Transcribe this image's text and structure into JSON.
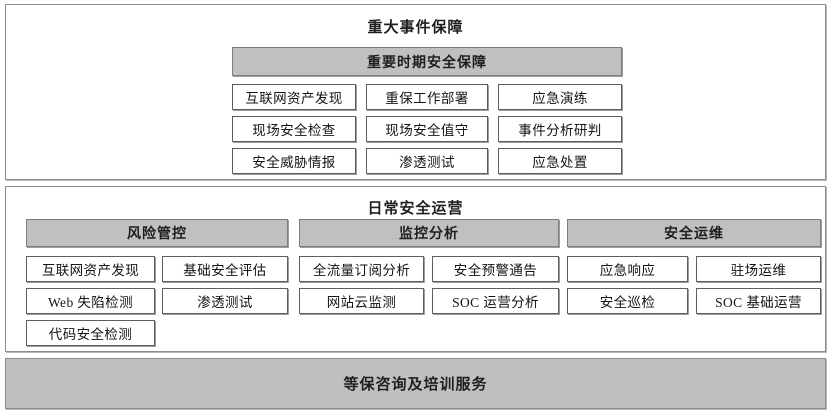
{
  "colors": {
    "page_background": "#ffffff",
    "grey_bar": "#c0c0c0",
    "grey_bar_border": "#7d7d7d",
    "panel_border": "#8c8c8c",
    "box_border": "#5e5e5e",
    "text": "#1f1f1f"
  },
  "sections": {
    "major_event": {
      "title": "重大事件保障",
      "header": "重要时期安全保障",
      "rows": [
        [
          "互联网资产发现",
          "重保工作部署",
          "应急演练"
        ],
        [
          "现场安全检查",
          "现场安全值守",
          "事件分析研判"
        ],
        [
          "安全威胁情报",
          "渗透测试",
          "应急处置"
        ]
      ]
    },
    "daily_operations": {
      "title": "日常安全运营",
      "columns": [
        {
          "header": "风险管控",
          "rows": [
            [
              "互联网资产发现",
              "基础安全评估"
            ],
            [
              "Web 失陷检测",
              "渗透测试"
            ],
            [
              "代码安全检测",
              null
            ]
          ]
        },
        {
          "header": "监控分析",
          "rows": [
            [
              "全流量订阅分析",
              "安全预警通告"
            ],
            [
              "网站云监测",
              "SOC 运营分析"
            ],
            [
              null,
              null
            ]
          ]
        },
        {
          "header": "安全运维",
          "rows": [
            [
              "应急响应",
              "驻场运维"
            ],
            [
              "安全巡检",
              "SOC 基础运营"
            ],
            [
              null,
              null
            ]
          ]
        }
      ]
    },
    "consulting": {
      "title": "等保咨询及培训服务"
    }
  }
}
